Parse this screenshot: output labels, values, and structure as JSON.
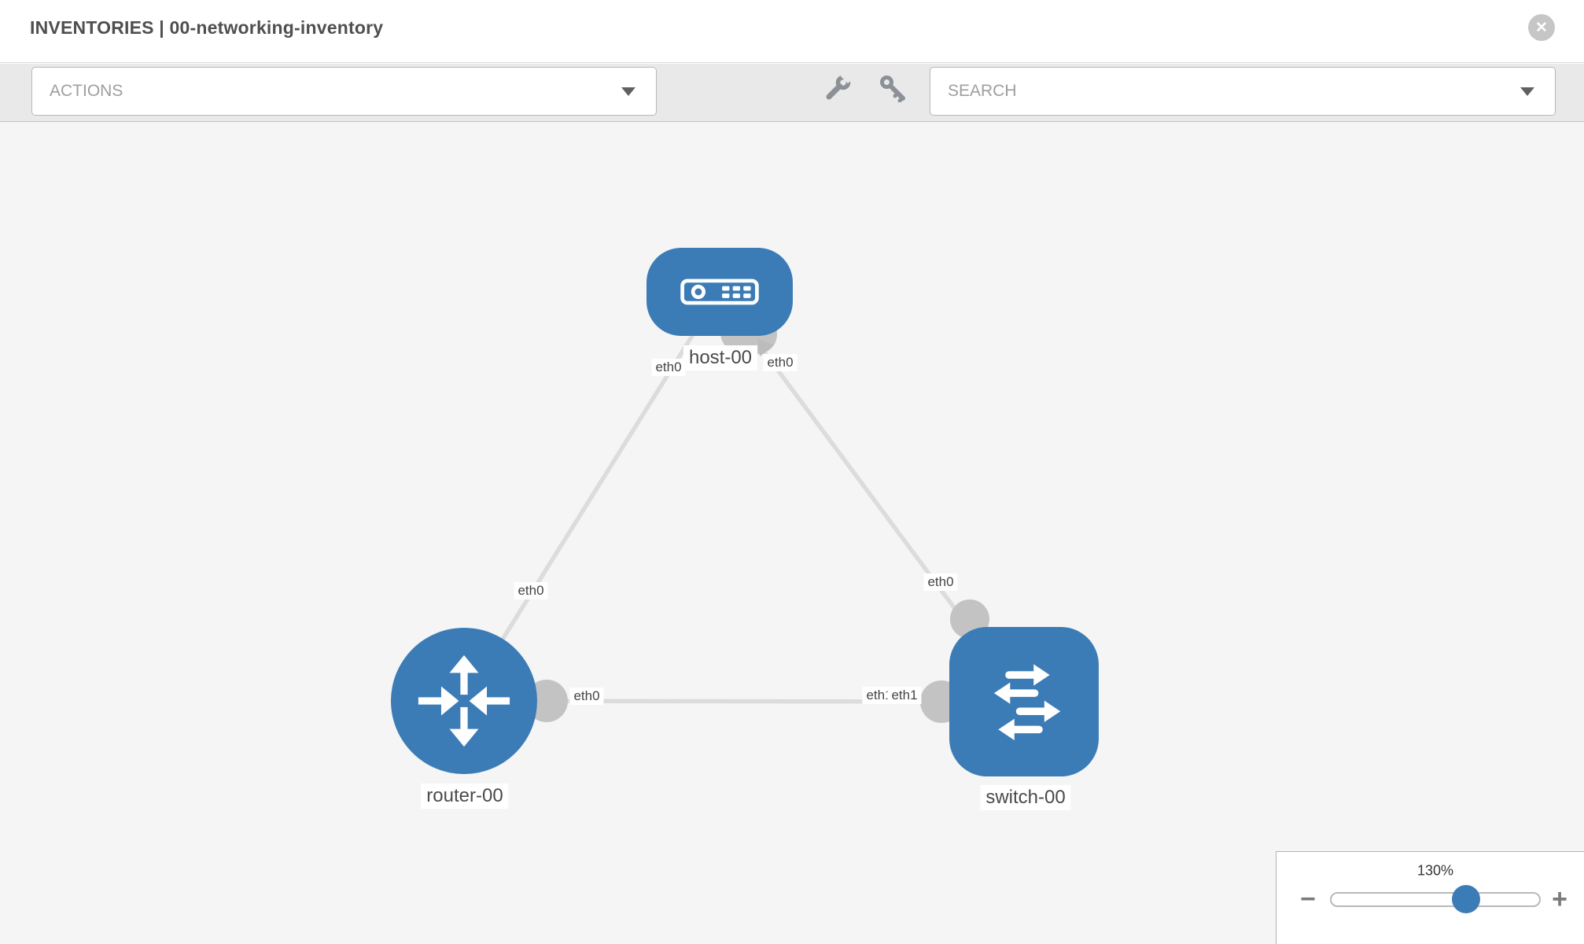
{
  "header": {
    "title": "INVENTORIES | 00-networking-inventory",
    "close_glyph": "✕"
  },
  "toolbar": {
    "actions": {
      "label": "ACTIONS"
    },
    "search": {
      "label": "SEARCH"
    },
    "icons": [
      "wrench",
      "key"
    ]
  },
  "topology": {
    "nodes": [
      {
        "label": "host-00",
        "type": "host"
      },
      {
        "label": "router-00",
        "type": "router"
      },
      {
        "label": "switch-00",
        "type": "switch"
      }
    ],
    "links": [
      {
        "from": "host-00",
        "to": "router-00",
        "from_interface": "eth0",
        "to_interface": "eth0"
      },
      {
        "from": "host-00",
        "to": "switch-00",
        "from_interface": "eth0",
        "to_interface": "eth0"
      },
      {
        "from": "router-00",
        "to": "switch-00",
        "from_interface": "eth0",
        "to_interface": "eth1"
      }
    ],
    "interface_labels": [
      {
        "text": "eth0"
      },
      {
        "text": "eth0"
      },
      {
        "text": "eth0"
      },
      {
        "text": "eth0"
      },
      {
        "text": "eth1"
      },
      {
        "text": "eth1"
      },
      {
        "text": "eth0"
      }
    ]
  },
  "zoom_control": {
    "level": "130%",
    "minus_glyph": "−",
    "plus_glyph": "+"
  },
  "colors": {
    "node_blue": "#3c7cb6",
    "link_gray": "#dcdcdc",
    "port_gray": "#c3c3c3",
    "toolbar_bg": "#e9e9e9",
    "canvas_bg": "#f5f5f5"
  }
}
